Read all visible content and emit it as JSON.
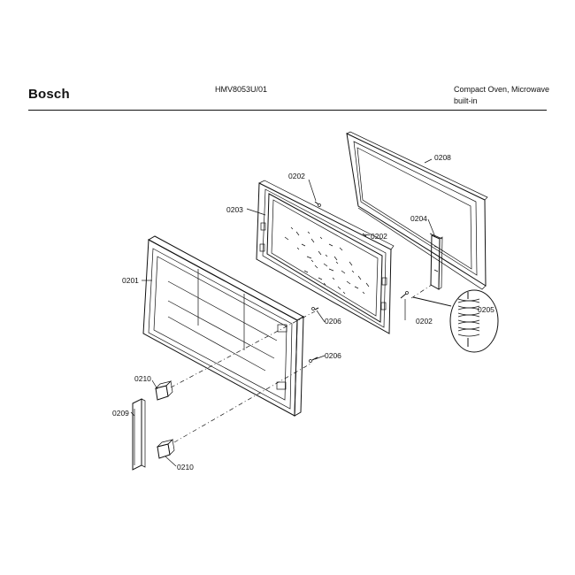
{
  "header": {
    "brand": "Bosch",
    "model": "HMV8053U/01",
    "product_line1": "Compact Oven, Microwave",
    "product_line2": "built-in"
  },
  "parts": {
    "p0201": "0201",
    "p0202_top": "0202",
    "p0202_mid": "0202",
    "p0202_right": "0202",
    "p0203": "0203",
    "p0204": "0204",
    "p0205": "0205",
    "p0206_top": "0206",
    "p0206_bottom": "0206",
    "p0208": "0208",
    "p0209": "0209",
    "p0210_top": "0210",
    "p0210_bottom": "0210"
  }
}
